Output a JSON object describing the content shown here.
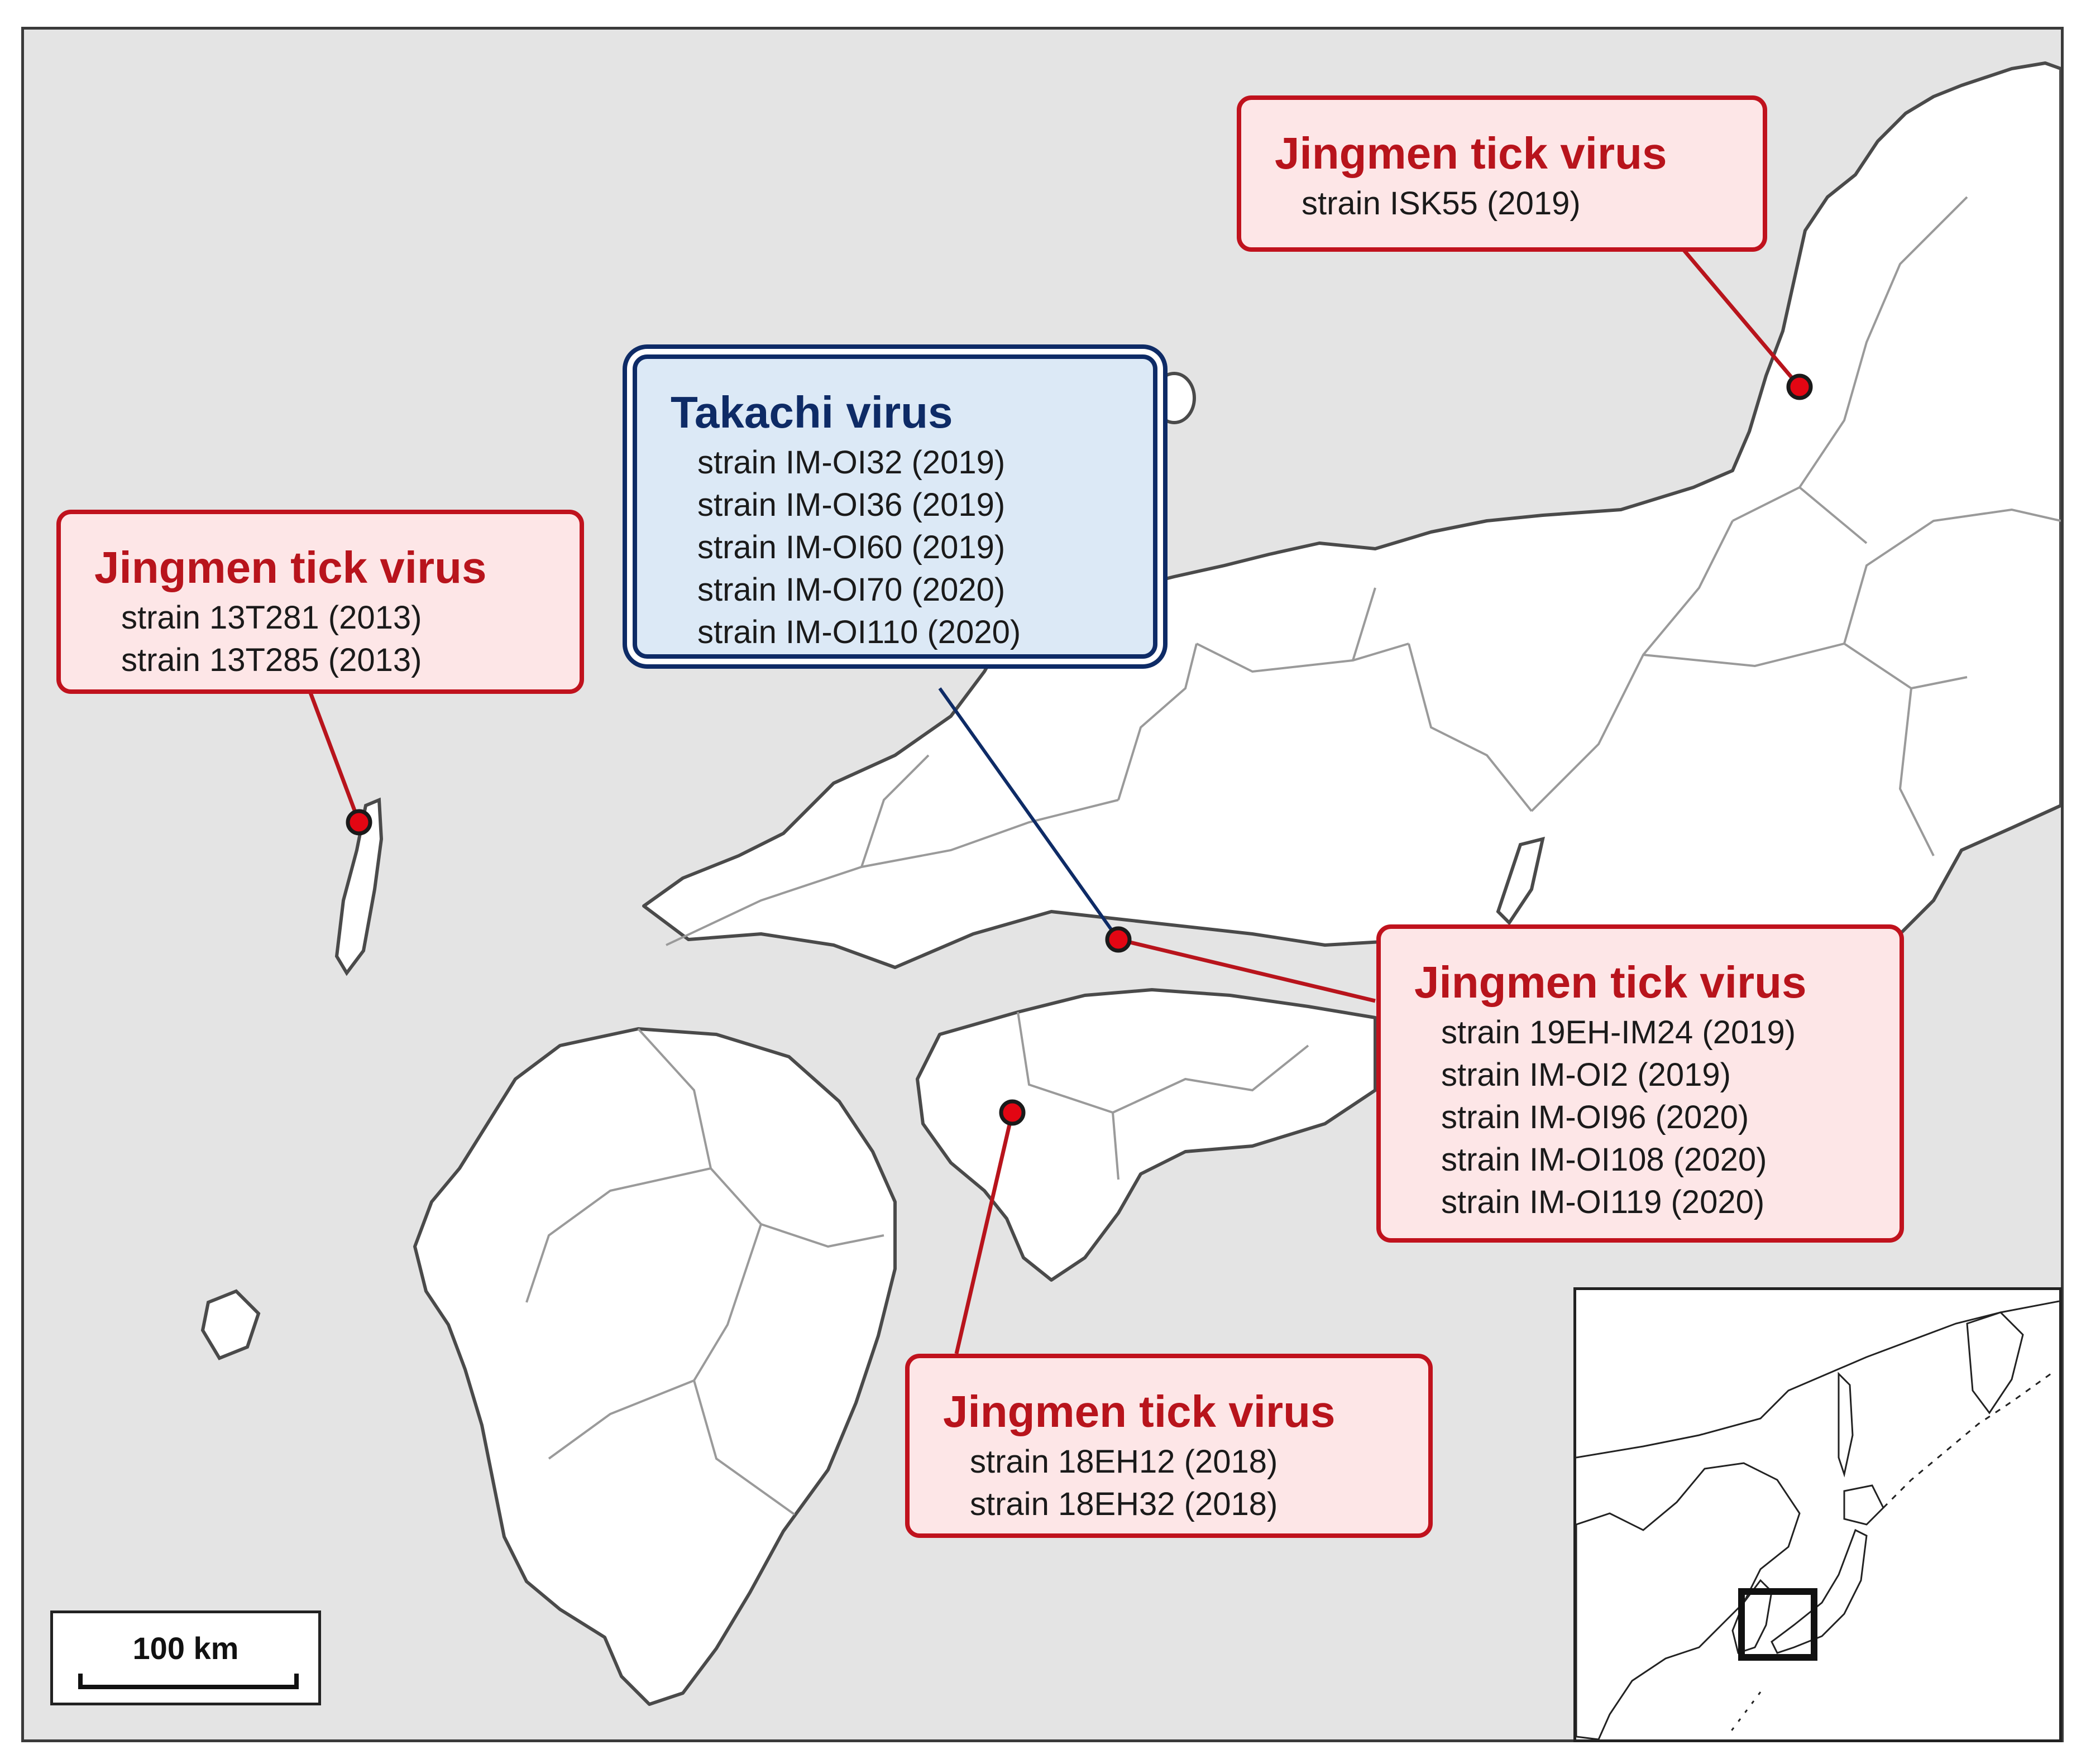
{
  "map": {
    "colors": {
      "sea": "#e4e4e4",
      "land": "#ffffff",
      "coast": "#4a4a4a",
      "jtv": "#b8141c",
      "takachi": "#0e2b66",
      "site_marker": "#e30613"
    },
    "scale_bar": {
      "label": "100 km"
    },
    "labels": [
      {
        "id": "jtv-ishikawa",
        "virus": "Jingmen tick virus",
        "strains": [
          "strain ISK55 (2019)"
        ]
      },
      {
        "id": "takachi",
        "virus": "Takachi virus",
        "strains": [
          "strain IM-OI32 (2019)",
          "strain IM-OI36 (2019)",
          "strain IM-OI60 (2019)",
          "strain IM-OI70 (2020)",
          "strain IM-OI110 (2020)"
        ]
      },
      {
        "id": "jtv-nagasaki",
        "virus": "Jingmen tick virus",
        "strains": [
          "strain 13T281 (2013)",
          "strain 13T285 (2013)"
        ]
      },
      {
        "id": "jtv-ehime-north",
        "virus": "Jingmen tick virus",
        "strains": [
          "strain 19EH-IM24 (2019)",
          "strain IM-OI2 (2019)",
          "strain IM-OI96 (2020)",
          "strain IM-OI108 (2020)",
          "strain IM-OI119 (2020)"
        ]
      },
      {
        "id": "jtv-ehime-south",
        "virus": "Jingmen tick virus",
        "strains": [
          "strain 18EH12 (2018)",
          "strain 18EH32 (2018)"
        ]
      }
    ],
    "inset": {
      "icon": "locator-inset-map"
    }
  }
}
